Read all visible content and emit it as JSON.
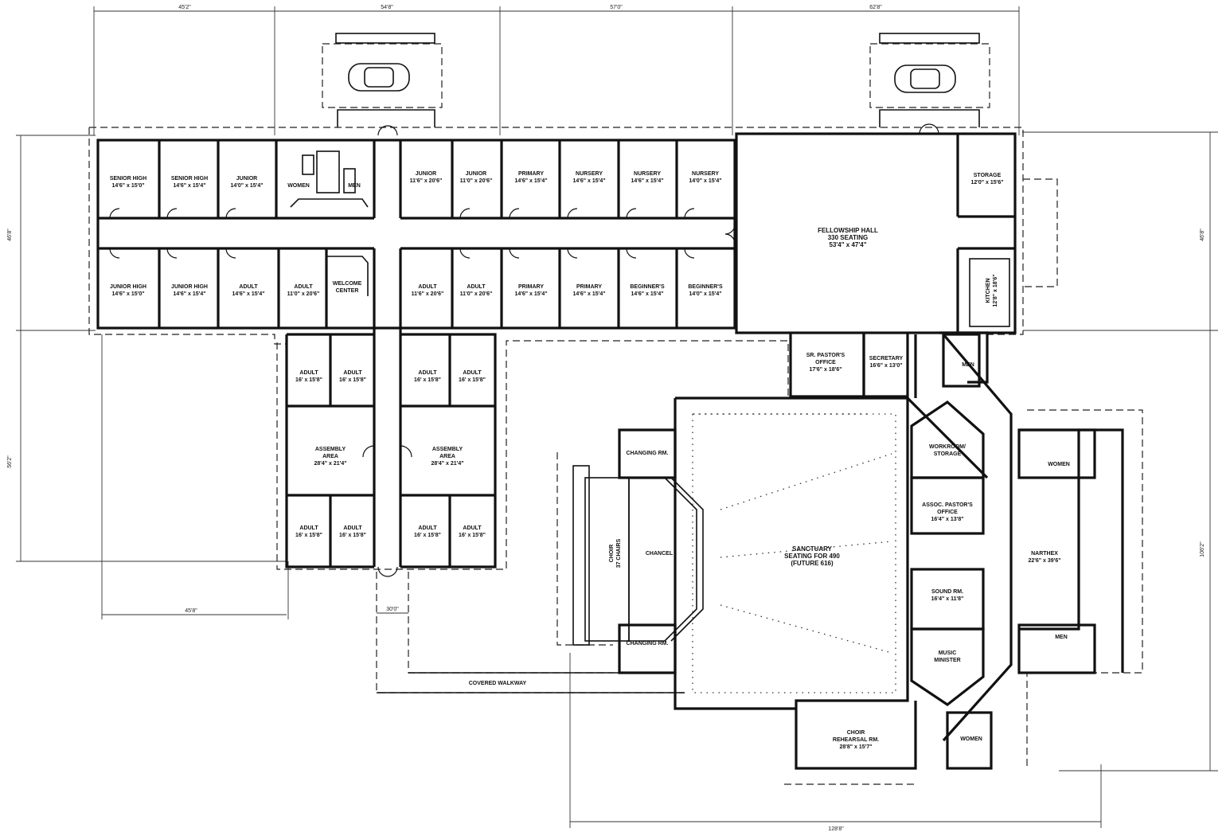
{
  "rooms": {
    "senior_high_1": {
      "name": "SENIOR HIGH",
      "size": "14'6\" x 15'0\""
    },
    "senior_high_2": {
      "name": "SENIOR HIGH",
      "size": "14'6\" x 15'4\""
    },
    "junior_top": {
      "name": "JUNIOR",
      "size": "14'0\" x 15'4\""
    },
    "women_top": {
      "name": "WOMEN"
    },
    "men_top": {
      "name": "MEN"
    },
    "junior_tr1": {
      "name": "JUNIOR",
      "size": "11'6\" x 20'6\""
    },
    "junior_tr2": {
      "name": "JUNIOR",
      "size": "11'0\" x 20'6\""
    },
    "primary_top": {
      "name": "PRIMARY",
      "size": "14'6\" x 15'4\""
    },
    "nursery_1": {
      "name": "NURSERY",
      "size": "14'6\" x 15'4\""
    },
    "nursery_2": {
      "name": "NURSERY",
      "size": "14'6\" x 15'4\""
    },
    "nursery_3": {
      "name": "NURSERY",
      "size": "14'0\" x 15'4\""
    },
    "junior_high_1": {
      "name": "JUNIOR HIGH",
      "size": "14'6\" x 15'0\""
    },
    "junior_high_2": {
      "name": "JUNIOR HIGH",
      "size": "14'6\" x 15'4\""
    },
    "adult_l1": {
      "name": "ADULT",
      "size": "14'6\" x 15'4\""
    },
    "adult_l2": {
      "name": "ADULT",
      "size": "11'0\" x 20'6\""
    },
    "welcome": {
      "name": "WELCOME",
      "name2": "CENTER"
    },
    "adult_r1": {
      "name": "ADULT",
      "size": "11'6\" x 20'6\""
    },
    "adult_r2": {
      "name": "ADULT",
      "size": "11'0\" x 20'6\""
    },
    "primary_b1": {
      "name": "PRIMARY",
      "size": "14'6\" x 15'4\""
    },
    "primary_b2": {
      "name": "PRIMARY",
      "size": "14'6\" x 15'4\""
    },
    "beginners_1": {
      "name": "BEGINNER'S",
      "size": "14'6\" x 15'4\""
    },
    "beginners_2": {
      "name": "BEGINNER'S",
      "size": "14'0\" x 15'4\""
    },
    "fellowship": {
      "name": "FELLOWSHIP HALL",
      "seating": "330 SEATING",
      "size": "53'4\" x 47'4\""
    },
    "storage": {
      "name": "STORAGE",
      "size": "12'0\" x 15'6\""
    },
    "kitchen": {
      "name": "KITCHEN",
      "size": "12'8\" x 18'6\""
    },
    "adult_s1": {
      "name": "ADULT",
      "size": "16' x 15'8\""
    },
    "adult_s2": {
      "name": "ADULT",
      "size": "16' x 15'8\""
    },
    "adult_s3": {
      "name": "ADULT",
      "size": "16' x 15'8\""
    },
    "adult_s4": {
      "name": "ADULT",
      "size": "16' x 15'8\""
    },
    "assembly_l": {
      "name": "ASSEMBLY",
      "name2": "AREA",
      "size": "28'4\" x 21'4\""
    },
    "assembly_r": {
      "name": "ASSEMBLY",
      "name2": "AREA",
      "size": "28'4\" x 21'4\""
    },
    "adult_s5": {
      "name": "ADULT",
      "size": "16' x 15'8\""
    },
    "adult_s6": {
      "name": "ADULT",
      "size": "16' x 15'8\""
    },
    "adult_s7": {
      "name": "ADULT",
      "size": "16' x 15'8\""
    },
    "adult_s8": {
      "name": "ADULT",
      "size": "16' x 15'8\""
    },
    "sr_pastor": {
      "name": "SR. PASTOR'S",
      "name2": "OFFICE",
      "size": "17'6\" x 18'6\""
    },
    "secretary": {
      "name": "SECRETARY",
      "size": "16'6\" x 13'0\""
    },
    "men_mid": {
      "name": "MEN"
    },
    "changing_top": {
      "name": "CHANGING RM."
    },
    "changing_bot": {
      "name": "CHANGING RM."
    },
    "choir": {
      "name": "CHOIR",
      "seats": "37 CHAIRS"
    },
    "chancel": {
      "name": "CHANCEL"
    },
    "sanctuary": {
      "name": "SANCTUARY",
      "seating": "SEATING FOR 490",
      "future": "(FUTURE 616)"
    },
    "workroom": {
      "name": "WORKROOM/",
      "name2": "STORAGE"
    },
    "assoc_pastor": {
      "name": "ASSOC. PASTOR'S",
      "name2": "OFFICE",
      "size": "16'4\" x 13'8\""
    },
    "women_right": {
      "name": "WOMEN"
    },
    "narthex": {
      "name": "NARTHEX",
      "size": "22'6\" x 39'6\""
    },
    "sound": {
      "name": "SOUND RM.",
      "size": "16'4\" x 11'8\""
    },
    "music": {
      "name": "MUSIC",
      "name2": "MINISTER"
    },
    "men_right": {
      "name": "MEN"
    },
    "choir_rehearsal": {
      "name": "CHOIR",
      "name2": "REHEARSAL RM.",
      "size": "28'8\" x 15'7\""
    },
    "women_bot": {
      "name": "WOMEN"
    }
  },
  "labels": {
    "covered_walkway": "COVERED WALKWAY"
  },
  "dimensions": {
    "top_1": "45'2\"",
    "top_2": "54'8\"",
    "top_3": "57'0\"",
    "top_4": "62'8\"",
    "left_1": "46'8\"",
    "left_2": "56'2\"",
    "right_1": "46'8\"",
    "right_2": "106'2\"",
    "bot_left": "45'8\"",
    "walkway_w": "30'0\"",
    "bot_right": "128'8\""
  }
}
